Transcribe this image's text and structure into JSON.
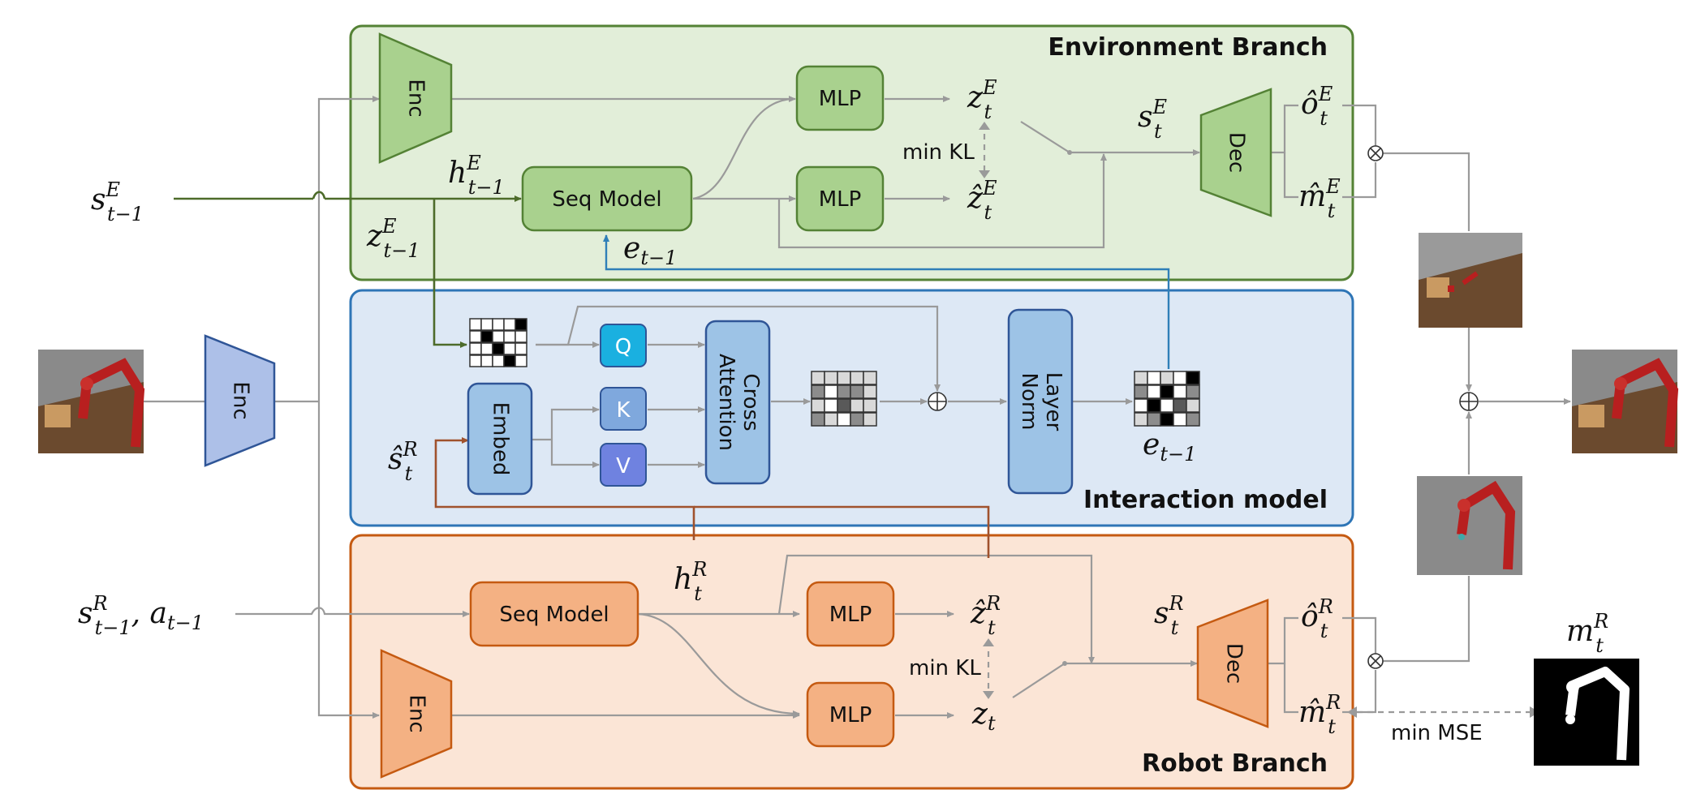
{
  "panels": {
    "environment": "Environment Branch",
    "interaction": "Interaction model",
    "robot": "Robot Branch"
  },
  "blocks": {
    "enc": "Enc",
    "dec": "Dec",
    "mlp": "MLP",
    "seq_model": "Seq Model",
    "embed": "Embed",
    "cross_attention_line1": "Cross",
    "cross_attention_line2": "Attention",
    "layer_norm_line1": "Layer",
    "layer_norm_line2": "Norm",
    "q": "Q",
    "k": "K",
    "v": "V"
  },
  "labels": {
    "min_kl": "min KL",
    "min_mse": "min MSE"
  },
  "math": {
    "s_t1_E": {
      "base": "s",
      "sup": "E",
      "sub": "t−1"
    },
    "h_t1_E": {
      "base": "h",
      "sup": "E",
      "sub": "t−1"
    },
    "z_t1_E": {
      "base": "z",
      "sup": "E",
      "sub": "t−1"
    },
    "e_t1": {
      "base": "e",
      "sub": "t−1"
    },
    "z_t_E": {
      "base": "z",
      "sup": "E",
      "sub": "t"
    },
    "zhat_t_E": {
      "base": "ẑ",
      "sup": "E",
      "sub": "t"
    },
    "s_t_E": {
      "base": "s",
      "sup": "E",
      "sub": "t"
    },
    "ohat_t_E": {
      "base": "ô",
      "sup": "E",
      "sub": "t"
    },
    "mhat_t_E": {
      "base": "m̂",
      "sup": "E",
      "sub": "t"
    },
    "shat_t_R": {
      "base": "ŝ",
      "sup": "R",
      "sub": "t"
    },
    "e_t1_b": {
      "base": "e",
      "sub": "t−1"
    },
    "h_t_R": {
      "base": "h",
      "sup": "R",
      "sub": "t"
    },
    "s_t1_R_a": {
      "base": "s",
      "sup": "R",
      "sub": "t−1",
      "tail": ", a",
      "tail_sub": "t−1"
    },
    "zhat_t_R": {
      "base": "ẑ",
      "sup": "R",
      "sub": "t"
    },
    "z_t": {
      "base": "z",
      "sub": "t"
    },
    "s_t_R": {
      "base": "s",
      "sup": "R",
      "sub": "t"
    },
    "ohat_t_R": {
      "base": "ô",
      "sup": "R",
      "sub": "t"
    },
    "mhat_t_R": {
      "base": "m̂",
      "sup": "R",
      "sub": "t"
    },
    "m_t_R": {
      "base": "m",
      "sup": "R",
      "sub": "t"
    }
  },
  "operators": {
    "otimes": "⊗",
    "oplus": "⊕"
  },
  "colors": {
    "env_fill": "#e2eed9",
    "env_stroke": "#548235",
    "env_block": "#a9d18e",
    "env_block_stroke": "#548235",
    "int_fill": "#dde8f5",
    "int_stroke": "#2e75b6",
    "int_block": "#9dc3e6",
    "int_block_stroke": "#2f5597",
    "robot_fill": "#fbe5d6",
    "robot_stroke": "#c55a11",
    "robot_block": "#f4b183",
    "robot_block_stroke": "#c55a11",
    "q": "#1ab0e0",
    "k": "#7fa8dd",
    "v": "#6f82e0"
  }
}
